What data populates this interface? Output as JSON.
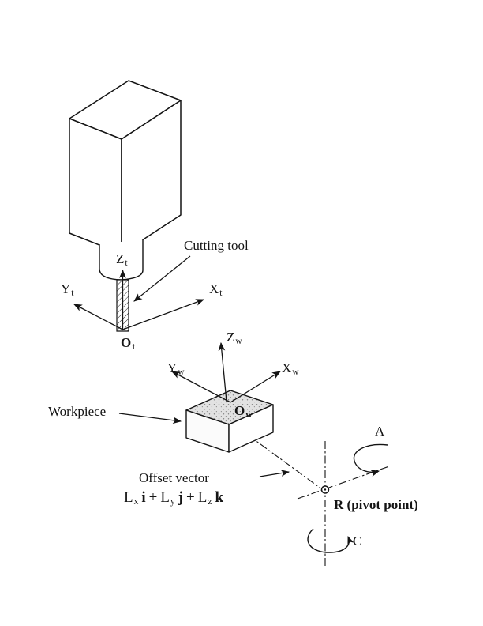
{
  "figure": {
    "ink": "#141414",
    "background": "#ffffff",
    "stipple_fill": "#e2e2e2"
  },
  "labels": {
    "cutting_tool": "Cutting tool",
    "workpiece": "Workpiece",
    "offset_vector": "Offset vector",
    "pivot_point": "R (pivot point)",
    "axis_a": "A",
    "axis_c": "C",
    "tool_cs": {
      "z": {
        "main": "Z",
        "sub": "t"
      },
      "y": {
        "main": "Y",
        "sub": "t"
      },
      "x": {
        "main": "X",
        "sub": "t"
      },
      "o": {
        "main": "O",
        "sub": "t"
      }
    },
    "work_cs": {
      "z": {
        "main": "Z",
        "sub": "w"
      },
      "y": {
        "main": "Y",
        "sub": "w"
      },
      "x": {
        "main": "X",
        "sub": "w"
      },
      "o": {
        "main": "O",
        "sub": "w"
      }
    },
    "formula": {
      "L1": "L",
      "x": "x",
      "i": "i",
      "plus1": "+",
      "L2": "L",
      "y": "y",
      "j": "j",
      "plus2": "+",
      "L3": "L",
      "z": "z",
      "k": "k"
    }
  }
}
